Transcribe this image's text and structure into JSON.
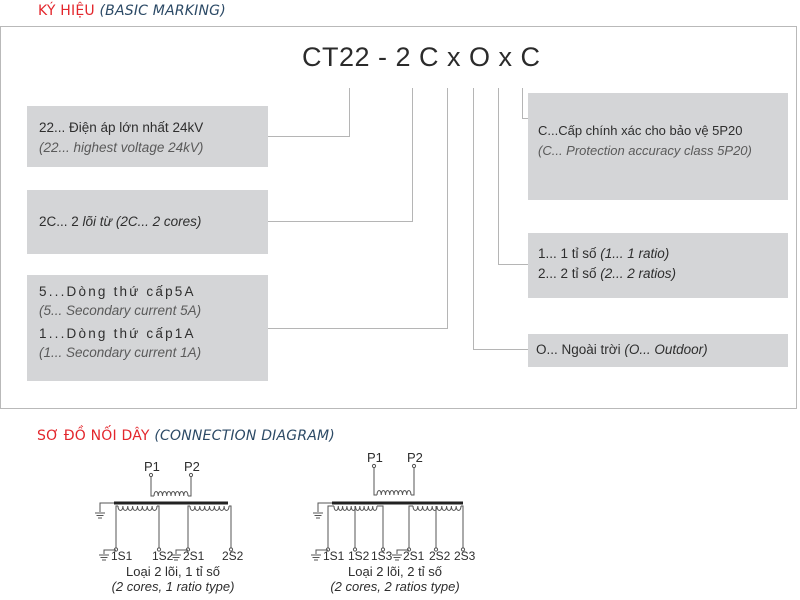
{
  "basic_marking": {
    "title_vi": "KÝ HIỆU",
    "title_en": "(BASIC MARKING)",
    "code": "CT22 - 2 C x O x C",
    "left_boxes": [
      {
        "line1": "22... Điện áp lớn nhất 24kV",
        "line2": "(22... highest voltage 24kV)"
      },
      {
        "line1_plain": "2C... 2 ",
        "line1_italic": "lõi từ (2C... 2 cores)"
      },
      {
        "line1": "5...Dòng thứ cấp5A",
        "line2": "(5... Secondary current 5A)",
        "line3": "1...Dòng thứ cấp1A",
        "line4": "(1... Secondary current 1A)"
      }
    ],
    "right_boxes": [
      {
        "line1": "C...Cấp chính xác cho bảo vệ 5P20",
        "line2": "(C... Protection accuracy class 5P20)"
      },
      {
        "line1_plain": "1... 1 tỉ số ",
        "line1_italic": "(1... 1 ratio)",
        "line2_plain": "2... 2 tỉ số ",
        "line2_italic": "(2... 2 ratios)"
      },
      {
        "line1_plain": "O... Ngoài trời ",
        "line1_italic": "(O... Outdoor)"
      }
    ]
  },
  "connection_diagram": {
    "title_vi": "SƠ ĐỒ NỐI DÂY",
    "title_en": "(CONNECTION DIAGRAM)",
    "diagrams": [
      {
        "primary": [
          "P1",
          "P2"
        ],
        "secondary": [
          "1S1",
          "1S2",
          "2S1",
          "2S2"
        ],
        "caption_vi": "Loại 2 lõi, 1 tỉ số",
        "caption_en": "(2 cores, 1 ratio type)"
      },
      {
        "primary": [
          "P1",
          "P2"
        ],
        "secondary": [
          "1S1",
          "1S2",
          "1S3",
          "2S1",
          "2S2",
          "2S3"
        ],
        "caption_vi": "Loại 2 lõi, 2 tỉ số",
        "caption_en": "(2 cores, 2 ratios type)"
      }
    ]
  },
  "colors": {
    "title_red": "#e3262c",
    "title_blue": "#2c4a66",
    "box_gray": "#d4d5d7",
    "line_gray": "#b9b9b9"
  }
}
